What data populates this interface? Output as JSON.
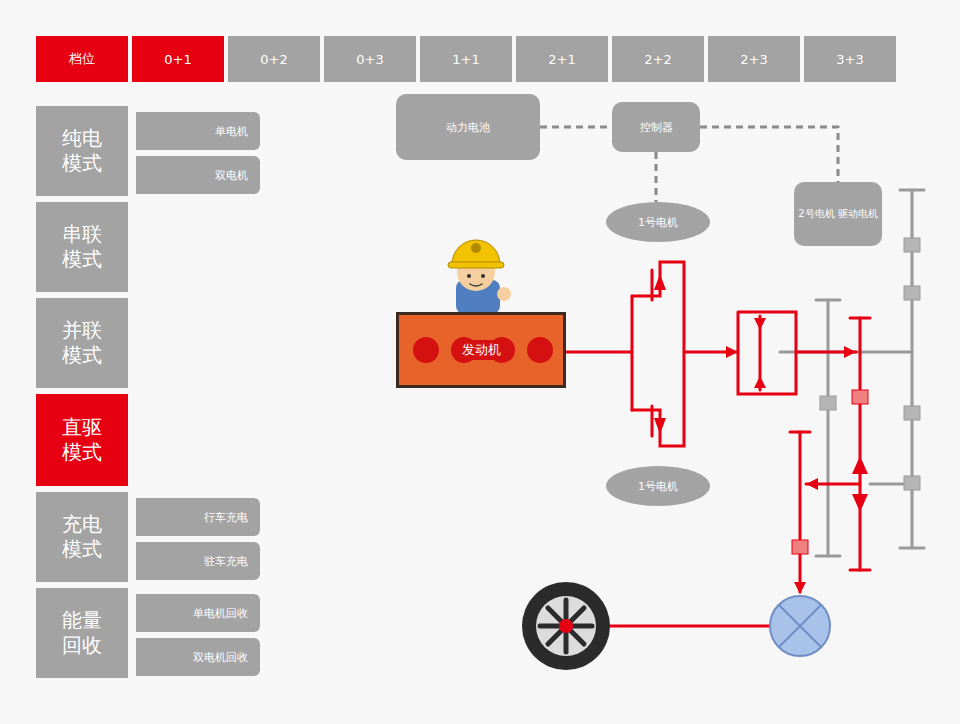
{
  "diagram": {
    "nodes": [
      {
        "text": [
          "档位"
        ]
      },
      {
        "text": [
          "0+1"
        ]
      },
      {
        "text": [
          "0+2"
        ]
      },
      {
        "text": [
          "0+3"
        ]
      },
      {
        "text": [
          "1+1"
        ]
      },
      {
        "text": [
          "2+1"
        ]
      },
      {
        "text": [
          "2+2"
        ]
      },
      {
        "text": [
          "2+3"
        ]
      },
      {
        "text": [
          "3+3"
        ]
      },
      {
        "text": [
          "纯电模式"
        ]
      },
      {
        "text": [
          "单电机"
        ]
      },
      {
        "text": [
          "双电机"
        ]
      },
      {
        "text": [
          "串联模式"
        ]
      },
      {
        "text": [
          "并联模式"
        ]
      },
      {
        "text": [
          "直驱模式"
        ]
      },
      {
        "text": [
          "充电模式"
        ]
      },
      {
        "text": [
          "行车充电"
        ]
      },
      {
        "text": [
          "驻车充电"
        ]
      },
      {
        "text": [
          "能量回收"
        ]
      },
      {
        "text": [
          "单电机回收"
        ]
      },
      {
        "text": [
          "双电机回收"
        ]
      },
      {
        "text": [
          "动力电池"
        ]
      },
      {
        "text": [
          "控制器"
        ]
      },
      {
        "text": [
          "2号电机 驱动电机"
        ]
      },
      {
        "text": [
          "1号电机"
        ]
      },
      {
        "text": [
          "发动机"
        ]
      },
      {
        "text": [
          "1号电机"
        ]
      }
    ],
    "edges": [
      {
        "from": 21,
        "to": 22,
        "arrow": "none"
      },
      {
        "from": 22,
        "to": 24,
        "arrow": "none"
      },
      {
        "from": 22,
        "to": 23,
        "arrow": "none"
      }
    ]
  }
}
